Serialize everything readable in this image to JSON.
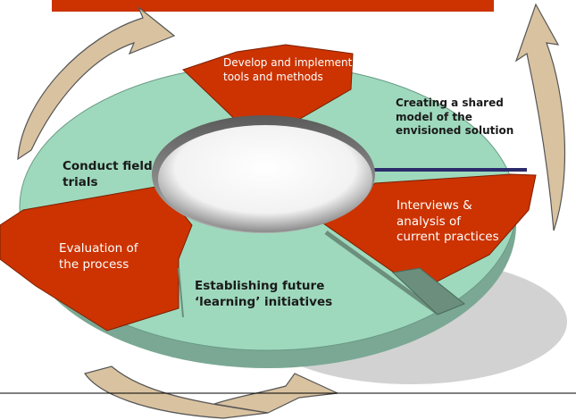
{
  "colors": {
    "green": "#9ed9bd",
    "red": "#cc3300",
    "arrow_fill": "#d9c2a0",
    "arrow_stroke": "#555555",
    "shadow": "#c8c8c8",
    "footer_line": "#000000"
  },
  "cycle": {
    "segments": [
      {
        "id": "develop",
        "color": "red",
        "text": "Develop and implement tools and methods"
      },
      {
        "id": "shared-model",
        "color": "green",
        "text": "Creating a shared model of the envisioned solution"
      },
      {
        "id": "interviews",
        "color": "red",
        "text": "Interviews & analysis of current practices"
      },
      {
        "id": "future-learning",
        "color": "green",
        "text": "Establishing future ‘learning’ initiatives"
      },
      {
        "id": "evaluation",
        "color": "red",
        "text": "Evaluation of the process"
      },
      {
        "id": "field-trials",
        "color": "green",
        "text": "Conduct field trials"
      }
    ]
  },
  "decor": {
    "curved_arrows": [
      "curved-arrow-icon",
      "curved-arrow-icon",
      "curved-arrow-icon"
    ]
  }
}
